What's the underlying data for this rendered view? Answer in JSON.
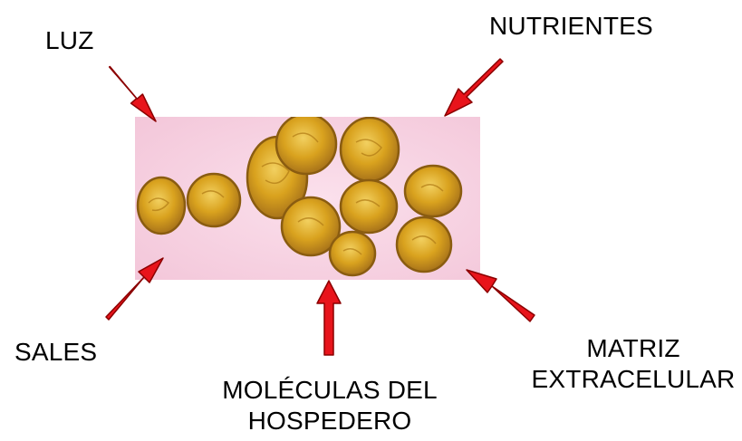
{
  "labels": {
    "luz": "LUZ",
    "nutrientes": "NUTRIENTES",
    "sales": "SALES",
    "moleculas_line1": "MOLÉCULAS DEL",
    "moleculas_line2": "HOSPEDERO",
    "matriz_line1": "MATRIZ",
    "matriz_line2": "EXTRACELULAR"
  },
  "colors": {
    "arrow_fill": "#e8141b",
    "arrow_stroke": "#8b0000",
    "micrograph_background": "#f7cfe0",
    "cell_fill": "#d9a21e",
    "cell_wall": "#9a6a12",
    "cell_highlight": "#f2d060"
  },
  "image": {
    "subject": "micrograph-of-golden-round-cells",
    "cell_count": 10
  }
}
